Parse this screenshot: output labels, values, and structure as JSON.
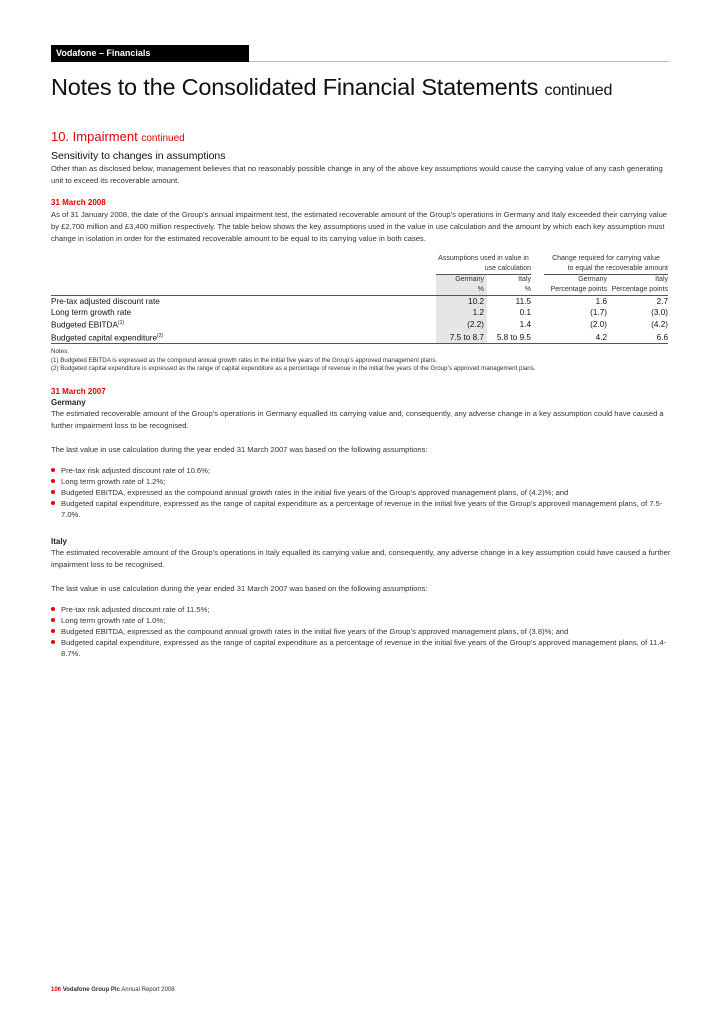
{
  "header": {
    "bar_label": "Vodafone – Financials",
    "title": "Notes to the Consolidated Financial Statements",
    "title_suffix": "continued"
  },
  "section": {
    "title": "10. Impairment",
    "title_suffix": "continued",
    "subheading": "Sensitivity to changes in assumptions",
    "intro": "Other than as disclosed below, management believes that no reasonably possible change in any of the above key assumptions would cause the carrying value of any cash generating unit to exceed its recoverable amount."
  },
  "march2008": {
    "heading": "31 March 2008",
    "text": "As of 31 January 2008, the date of the Group’s annual impairment test, the estimated recoverable amount of the Group’s operations in Germany and Italy exceeded their carrying value by £2,700 million and £3,400 million respectively. The table below shows the key assumptions used in the value in use calculation and the amount by which each key assumption must change in isolation in order for the estimated recoverable amount to be equal to its carrying value in both cases."
  },
  "table": {
    "group1_line1": "Assumptions used in value in",
    "group1_line2": "use calculation",
    "group2_line1": "Change required for carrying value",
    "group2_line2": "to equal the recoverable amount",
    "col_headers": [
      "Germany",
      "Italy",
      "Germany",
      "Italy"
    ],
    "col_units": [
      "%",
      "%",
      "Percentage points",
      "Percentage points"
    ],
    "rows": [
      {
        "label": "Pre-tax adjusted discount rate",
        "sup": "",
        "values": [
          "10.2",
          "11.5",
          "1.6",
          "2.7"
        ]
      },
      {
        "label": "Long term growth rate",
        "sup": "",
        "values": [
          "1.2",
          "0.1",
          "(1.7)",
          "(3.0)"
        ]
      },
      {
        "label": "Budgeted EBITDA",
        "sup": "(1)",
        "values": [
          "(2.2)",
          "1.4",
          "(2.0)",
          "(4.2)"
        ]
      },
      {
        "label": "Budgeted capital expenditure",
        "sup": "(2)",
        "values": [
          "7.5 to 8.7",
          "5.8 to 9.5",
          "4.2",
          "6.6"
        ]
      }
    ]
  },
  "notes": {
    "heading": "Notes:",
    "items": [
      "(1) Budgeted EBITDA is expressed as the compound annual growth rates in the initial five years of the Group’s approved management plans.",
      "(2) Budgeted capital expenditure is expressed as the range of capital expenditure as a percentage of revenue in the initial five years of the Group’s approved management plans."
    ]
  },
  "march2007": {
    "heading": "31 March 2007",
    "germany": {
      "heading": "Germany",
      "text": "The estimated recoverable amount of the Group’s operations in Germany equalled its carrying value and, consequently, any adverse change in a key assumption could have caused a further impairment loss to be recognised.",
      "lead": "The last value in use calculation during the year ended 31 March 2007 was based on the following assumptions:",
      "bullets": [
        "Pre-tax risk adjusted discount rate of 10.6%;",
        "Long term growth rate of 1.2%;",
        "Budgeted EBITDA, expressed as the compound annual growth rates in the initial five years of the Group’s approved management plans, of (4.2)%; and",
        "Budgeted capital expenditure, expressed as the range of capital expenditure as a percentage of revenue in the initial five years of the Group’s approved management plans, of 7.5-7.0%."
      ]
    },
    "italy": {
      "heading": "Italy",
      "text": "The estimated recoverable amount of the Group’s operations in Italy equalled its carrying value and, consequently, any adverse change in a key assumption could have caused a further impairment loss to be recognised.",
      "lead": "The last value in use calculation during the year ended 31 March 2007 was based on the following assumptions:",
      "bullets": [
        "Pre-tax risk adjusted discount rate of 11.5%;",
        "Long term growth rate of 1.0%;",
        "Budgeted EBITDA, expressed as the compound annual growth rates in the initial five years of the Group’s approved management plans, of (3.8)%; and",
        "Budgeted capital expenditure, expressed as the range of capital expenditure as a percentage of revenue in the initial five years of the Group’s approved management plans, of 11.4-8.7%."
      ]
    }
  },
  "footer": {
    "page": "106",
    "company": "Vodafone Group Plc",
    "report": "Annual Report 2008"
  }
}
